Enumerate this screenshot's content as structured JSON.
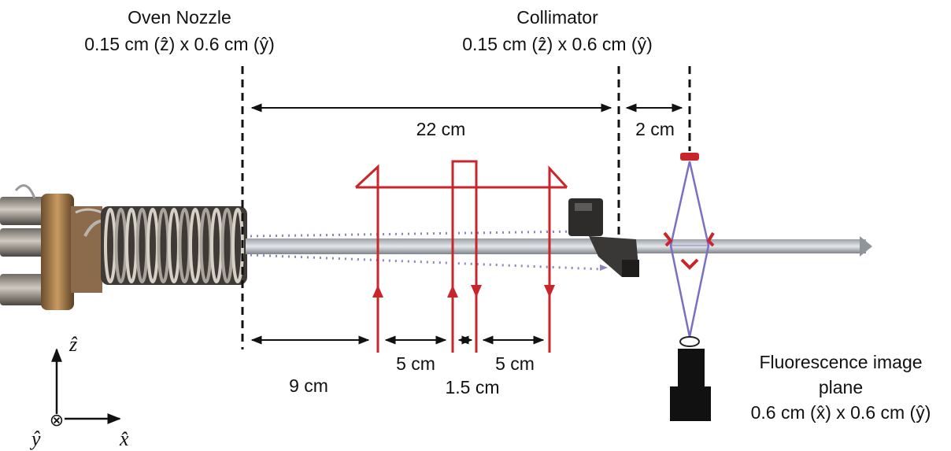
{
  "labels": {
    "oven_title": "Oven Nozzle",
    "oven_dims": "0.15 cm (ẑ) x 0.6 cm (ŷ)",
    "collimator_title": "Collimator",
    "collimator_dims": "0.15 cm (ẑ) x 0.6 cm (ŷ)",
    "dist_total": "22 cm",
    "dist_coll_cam": "2 cm",
    "dist_first": "9 cm",
    "dist_gap_a": "5 cm",
    "dist_gap_b": "5 cm",
    "dist_gap_mid": "1.5 cm",
    "fluor_line1": "Fluorescence image",
    "fluor_line2": "plane",
    "fluor_dims": "0.6 cm (x̂) x 0.6 cm (ŷ)"
  },
  "axes": {
    "z_label": "ẑ",
    "x_label": "x̂",
    "y_label": "ŷ",
    "into_page_symbol": "⊗"
  },
  "colors": {
    "laser": "#c8262b",
    "probe": "#7b6fc4",
    "beam": "#8a8f96",
    "dashed_marker": "#111111"
  }
}
